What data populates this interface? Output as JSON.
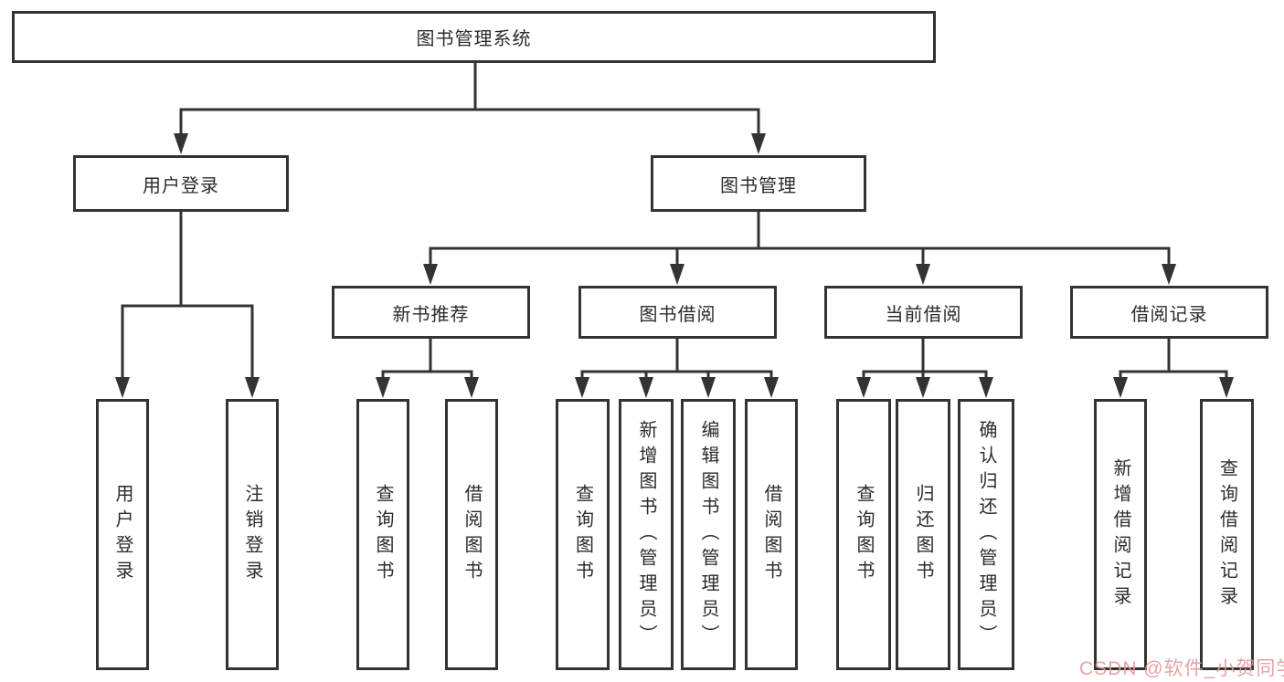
{
  "tree": {
    "root": {
      "label": "图书管理系统",
      "children": [
        {
          "label": "用户登录",
          "children": [
            {
              "label": "用户登录"
            },
            {
              "label": "注销登录"
            }
          ]
        },
        {
          "label": "图书管理",
          "children": [
            {
              "label": "新书推荐",
              "children": [
                {
                  "label": "查询图书"
                },
                {
                  "label": "借阅图书"
                }
              ]
            },
            {
              "label": "图书借阅",
              "children": [
                {
                  "label": "查询图书"
                },
                {
                  "label": "新增图书（管理员）"
                },
                {
                  "label": "编辑图书（管理员）"
                },
                {
                  "label": "借阅图书"
                }
              ]
            },
            {
              "label": "当前借阅",
              "children": [
                {
                  "label": "查询图书"
                },
                {
                  "label": "归还图书"
                },
                {
                  "label": "确认归还（管理员）"
                }
              ]
            },
            {
              "label": "借阅记录",
              "children": [
                {
                  "label": "新增借阅记录"
                },
                {
                  "label": "查询借阅记录"
                }
              ]
            }
          ]
        }
      ]
    }
  },
  "watermark": {
    "text": "CSDN @软件_小贺同学",
    "color": "#e59a9a"
  },
  "colors": {
    "line": "#333333",
    "text": "#2b2b2b",
    "background": "#ffffff"
  }
}
